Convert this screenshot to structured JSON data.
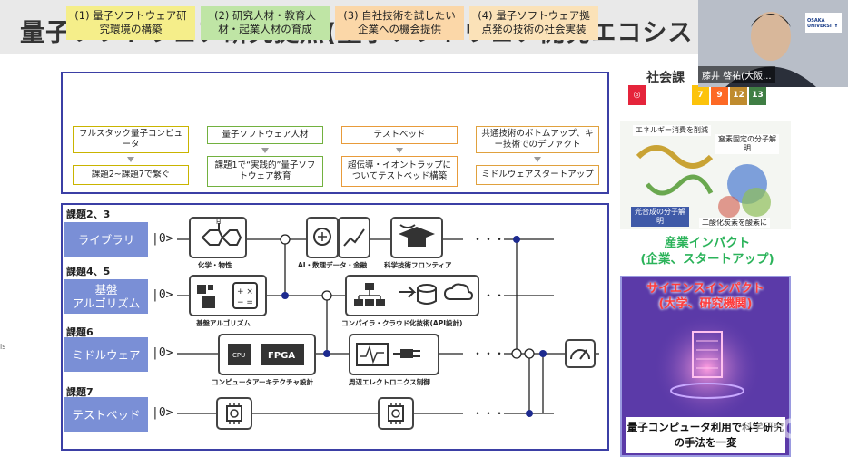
{
  "slide": {
    "title": "量子ソフトウェア研究拠点(量子ソフトウェア開発エコシス",
    "side_mark": "ls"
  },
  "pillars": [
    {
      "head": "(1) 量子ソフトウェア研究環境の構築",
      "items": [
        "フルスタック量子コンピュータ",
        "課題2~課題7で繋ぐ"
      ],
      "color": "#f5ee8a",
      "border": "#c9b400"
    },
    {
      "head": "(2) 研究人材・教育人材・起業人材の育成",
      "items": [
        "量子ソフトウェア人材",
        "課題1で“実践的”量子ソフトウェア教育"
      ],
      "color": "#bfe5a5",
      "border": "#72b13f"
    },
    {
      "head": "(3) 自社技術を試したい企業への機会提供",
      "items": [
        "テストベッド",
        "超伝導・イオントラップについてテストベッド構築"
      ],
      "color": "#fbd7a8",
      "border": "#e89b3a"
    },
    {
      "head": "(4) 量子ソフトウェア拠点発の技術の社会実装",
      "items": [
        "共通技術のボトムアップ、キー技術でのデファクト",
        "ミドルウェアスタートアップ"
      ],
      "color": "#fbe2b8",
      "border": "#e0a13e"
    }
  ],
  "circuit": {
    "rows": [
      {
        "task": "課題2、3",
        "block": "ライブラリ",
        "ket": "|0>"
      },
      {
        "task": "課題4、5",
        "block": "基盤\nアルゴリズム",
        "ket": "|0>"
      },
      {
        "task": "課題6",
        "block": "ミドルウェア",
        "ket": "|0>"
      },
      {
        "task": "課題7",
        "block": "テストベッド",
        "ket": "|0>"
      }
    ],
    "captions": {
      "chem": "化学・物性",
      "ai": "AI・数理データ・金融",
      "frontier": "科学技術フロンティア",
      "algo": "基盤アルゴリズム",
      "compiler": "コンパイラ・クラウド化技術(API設計)",
      "arch": "コンピュータアーキテクチャ設計",
      "electronics": "周辺エレクトロニクス制御"
    },
    "gate_text": {
      "cpu": "CPU",
      "fpga": "FPGA",
      "h": "H"
    }
  },
  "right": {
    "sdg_title": "社会課",
    "sdg_tiles": [
      {
        "label": "◎",
        "color": "#e5243b"
      },
      {
        "label": "7",
        "color": "#fcc30b"
      },
      {
        "label": "9",
        "color": "#fd6925"
      },
      {
        "label": "12",
        "color": "#bf8b2e"
      },
      {
        "label": "13",
        "color": "#3f7e44"
      }
    ],
    "bio_labels": {
      "energy": "エネルギー消費を削減",
      "nitrogen": "窒素固定の分子解明",
      "photo": "光合成の分子解明",
      "co2": "二酸化炭素を酸素に"
    },
    "impact_industry": "産業インパクト\n(企業、スタートアップ)",
    "impact_science": "サイエンスインパクト\n(大学、研究機関)",
    "impact_science_foot": "量子コンピュータ利用で科学研究の手法を一変"
  },
  "video": {
    "participant_name": "藤井 啓祐(大阪...",
    "badge": "OSAKA UNIVERSITY",
    "watermark": "zoom"
  }
}
